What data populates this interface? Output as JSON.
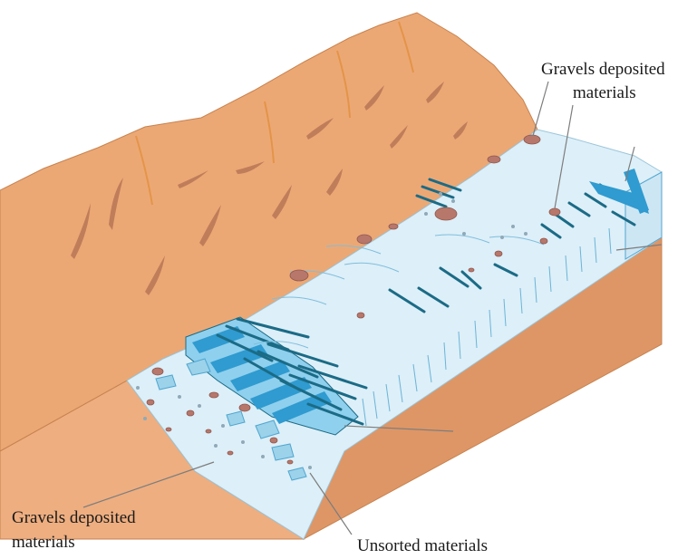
{
  "labels": {
    "top_right_line1": "Gravels deposited",
    "top_right_line2": "materials",
    "bottom_left_line1": "Gravels deposited",
    "bottom_left_line2": "materials",
    "bottom_center": "Unsorted materials"
  },
  "colors": {
    "mountain": "#ECA874",
    "mountain_edge": "#C78350",
    "rock_streak": "#B97656",
    "crest_streak": "#E2903E",
    "glacier": "#DDEFF8",
    "glacier_edge": "#9CC6DA",
    "crevasse": "#1B6B86",
    "ice_wall": "#2F9BD0",
    "ground_front": "#EEAE80",
    "ground_side": "#DE9666",
    "boulder": "#B8776B",
    "leader_line": "#7D7D7D"
  }
}
